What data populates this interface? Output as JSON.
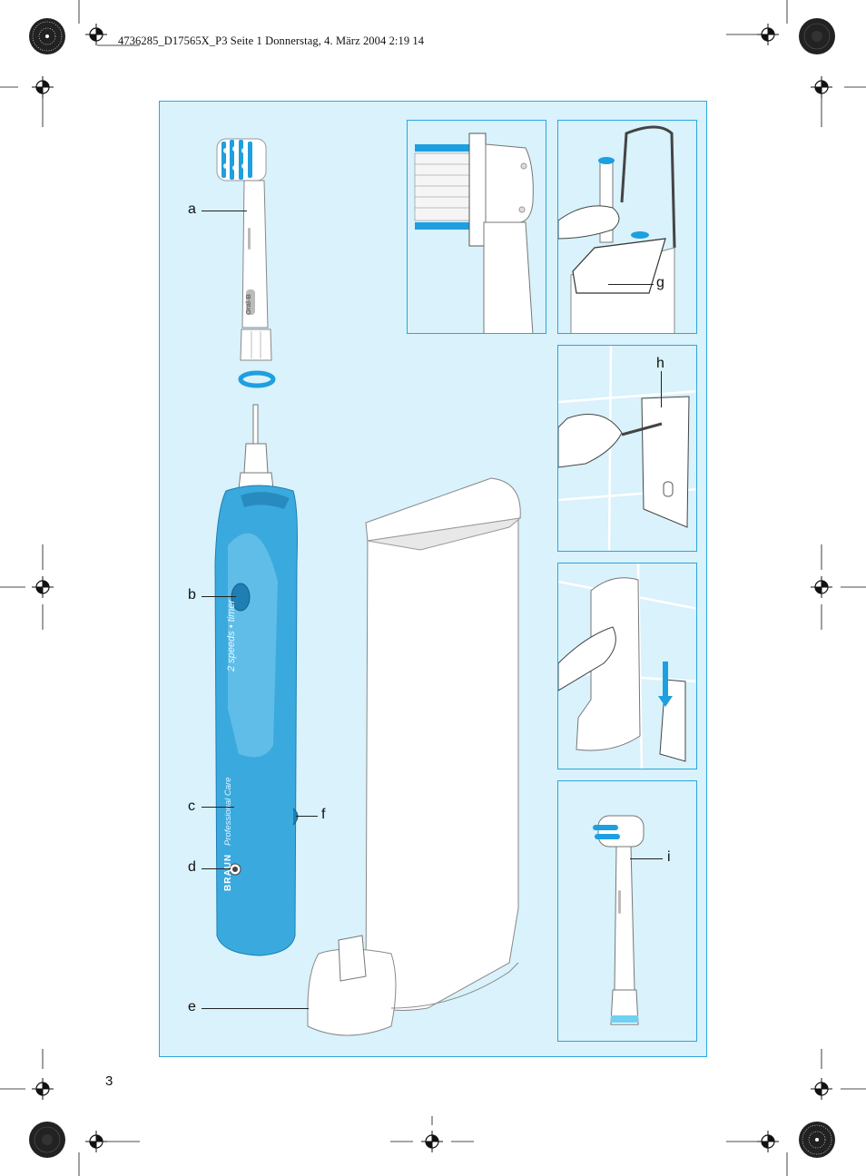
{
  "print_header": "4736285_D17565X_P3  Seite 1  Donnerstag, 4. März 2004  2:19 14",
  "page_number": "3",
  "callouts": {
    "a": "a",
    "b": "b",
    "c": "c",
    "d": "d",
    "e": "e",
    "f": "f",
    "g": "g",
    "h": "h",
    "i": "i"
  },
  "handle": {
    "vertical_text_1": "2 speeds • timer",
    "vertical_text_2": "Professional Care",
    "brand": "BRAUN"
  },
  "brush_heads": {
    "brand_mark": "Oral-B"
  },
  "colors": {
    "panel_fill": "#d9f2fb",
    "panel_border": "#2aa7df",
    "handle_blue": "#3aa9de",
    "bristle_blue": "#1e9fe0"
  }
}
